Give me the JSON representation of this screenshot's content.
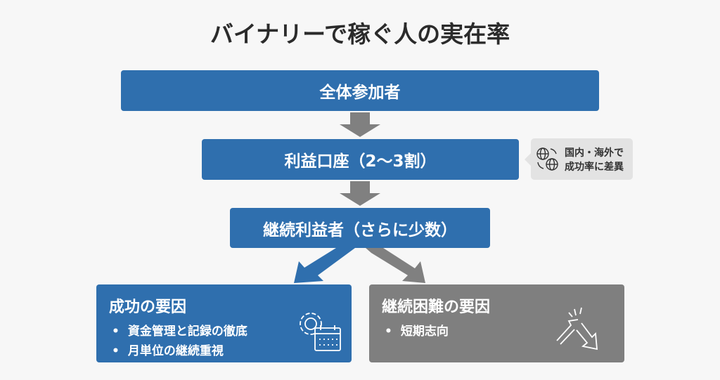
{
  "title": "バイナリーで稼ぐ人の実在率",
  "flow": {
    "step1": "全体参加者",
    "step2": "利益口座（2〜3割）",
    "step3": "継続利益者（さらに少数）"
  },
  "note": {
    "line1": "国内・海外で",
    "line2": "成功率に差異"
  },
  "success": {
    "heading": "成功の要因",
    "items": [
      "資金管理と記録の徹底",
      "月単位の継続重視"
    ]
  },
  "difficulty": {
    "heading": "継続困難の要因",
    "items": [
      "短期志向"
    ]
  },
  "colors": {
    "blue": "#2f6fae",
    "gray": "#7f7f7f"
  }
}
